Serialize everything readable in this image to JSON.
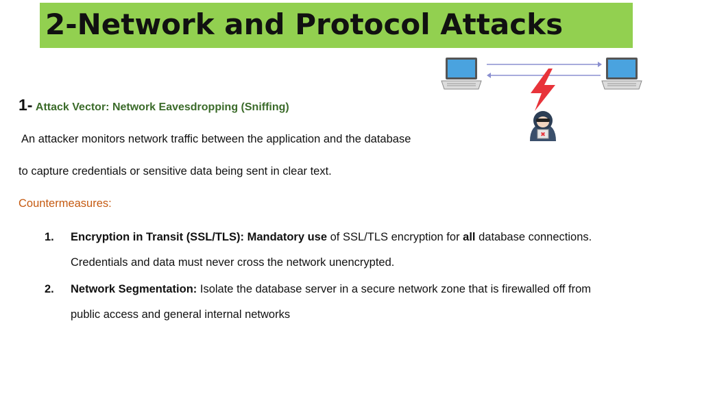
{
  "title": "2-Network and Protocol Attacks",
  "section": {
    "number": "1-",
    "vector": "Attack Vector: Network Eavesdropping (Sniffing)"
  },
  "description": {
    "line1": "An attacker monitors network traffic between the application and the database",
    "line2": "to capture credentials or sensitive data being sent in clear text."
  },
  "countermeasures_label": "Countermeasures:",
  "items": [
    {
      "num": "1.",
      "bold1": "Encryption in Transit (SSL/TLS): Mandatory use",
      "text1": " of SSL/TLS encryption for ",
      "bold2": "all",
      "text2": " database connections. Credentials and data must never cross the network unencrypted."
    },
    {
      "num": "2.",
      "bold1": "Network Segmentation:",
      "text1": " Isolate the database server in a secure network zone that is firewalled off from public access and general internal networks"
    }
  ],
  "colors": {
    "title_bg": "#92d050",
    "vector_text": "#3b6b2a",
    "countermeasures_text": "#c55a11",
    "screen_blue": "#4aa3df",
    "lightning_red": "#e8333a"
  },
  "icons": [
    "laptop-icon",
    "laptop-icon",
    "arrow-right-icon",
    "arrow-left-icon",
    "lightning-icon",
    "hacker-icon"
  ]
}
